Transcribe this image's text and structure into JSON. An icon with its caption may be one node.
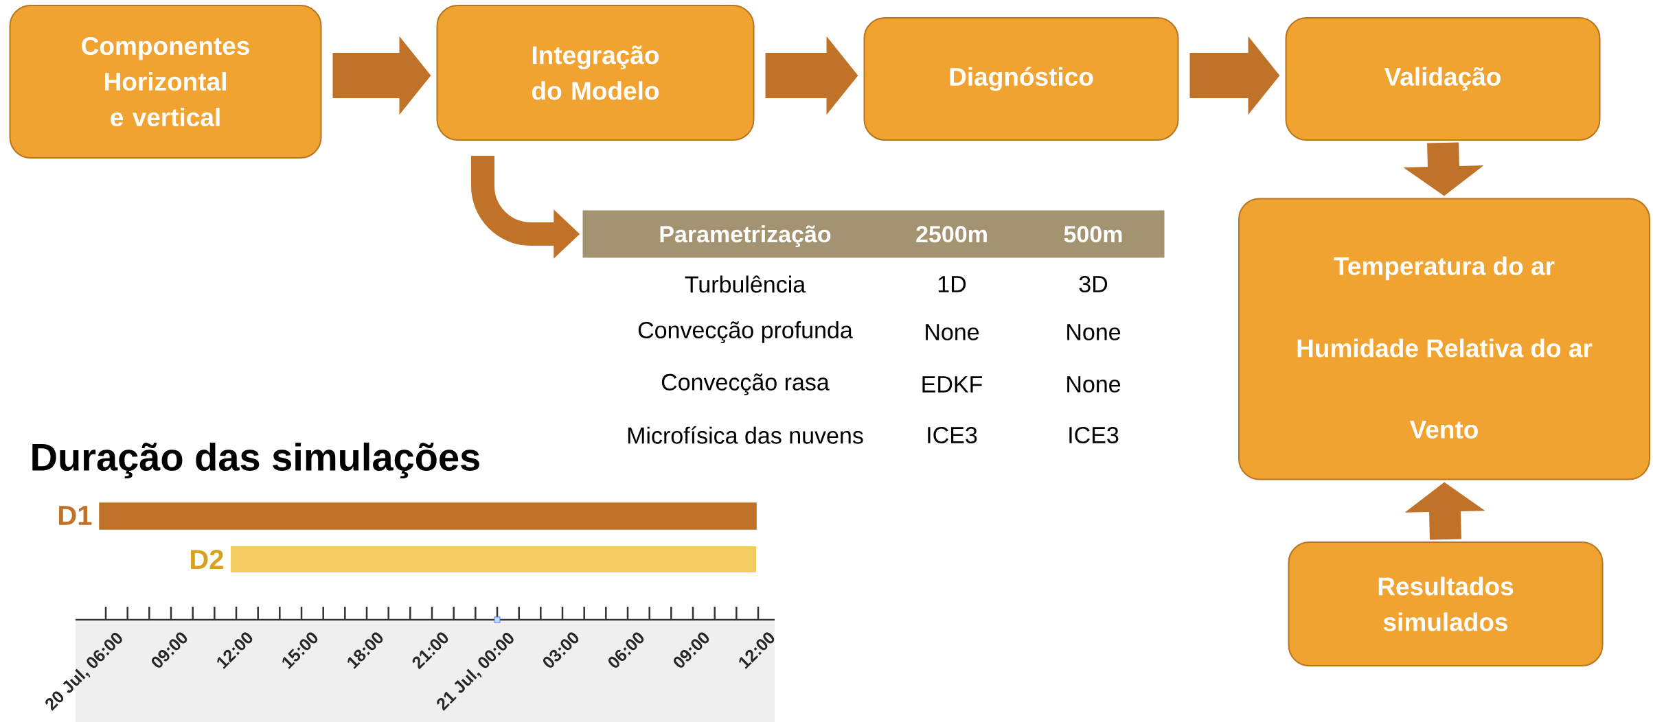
{
  "diagram": {
    "nodes": [
      {
        "text": [
          "Componentes Horizontal e vertical"
        ]
      },
      {
        "text": [
          "Integração do Modelo"
        ]
      },
      {
        "text": [
          "Diagnóstico"
        ]
      },
      {
        "text": [
          "Validação"
        ]
      },
      {
        "text": [
          "Temperatura do ar",
          "Humidade Relativa do ar",
          "Vento"
        ]
      },
      {
        "text": [
          "Resultados simulados"
        ]
      },
      {
        "text": [
          "Parametrização",
          "2500m",
          "500m"
        ]
      }
    ],
    "edges": [
      {
        "from": 0,
        "to": 1,
        "arrow": "to"
      },
      {
        "from": 1,
        "to": 2,
        "arrow": "to"
      },
      {
        "from": 2,
        "to": 3,
        "arrow": "to"
      },
      {
        "from": 3,
        "to": 4,
        "arrow": "to"
      },
      {
        "from": 5,
        "to": 4,
        "arrow": "to"
      },
      {
        "from": 1,
        "to": 6,
        "arrow": "to"
      }
    ],
    "labels": [
      "Turbulência",
      "1D",
      "3D",
      "Convecção profunda",
      "None",
      "None",
      "Convecção rasa",
      "EDKF",
      "None",
      "Microfísica das nuvens",
      "ICE3",
      "ICE3",
      "Duração das simulações",
      "D1",
      "D2",
      "20 Jul, 06:00",
      "09:00",
      "12:00",
      "15:00",
      "18:00",
      "21:00",
      "21 Jul, 00:00",
      "03:00",
      "06:00",
      "09:00",
      "12:00"
    ]
  }
}
